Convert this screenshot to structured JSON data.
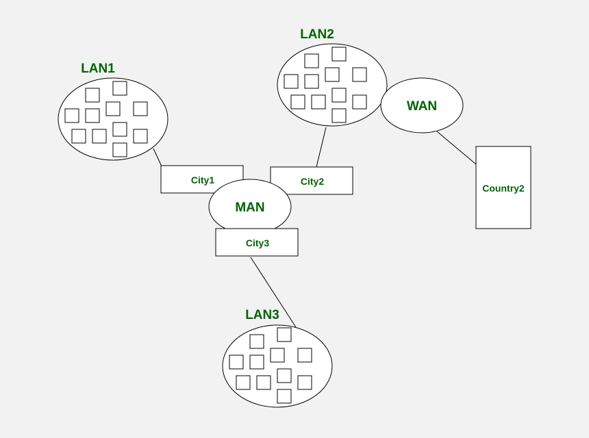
{
  "labels": {
    "lan1": "LAN1",
    "lan2": "LAN2",
    "lan3": "LAN3",
    "wan": "WAN",
    "man": "MAN",
    "city1": "City1",
    "city2": "City2",
    "city3": "City3",
    "country2": "Country2"
  },
  "colors": {
    "text": "#006400",
    "stroke": "#000000",
    "fill": "#ffffff",
    "background": "#f2f2f2"
  }
}
